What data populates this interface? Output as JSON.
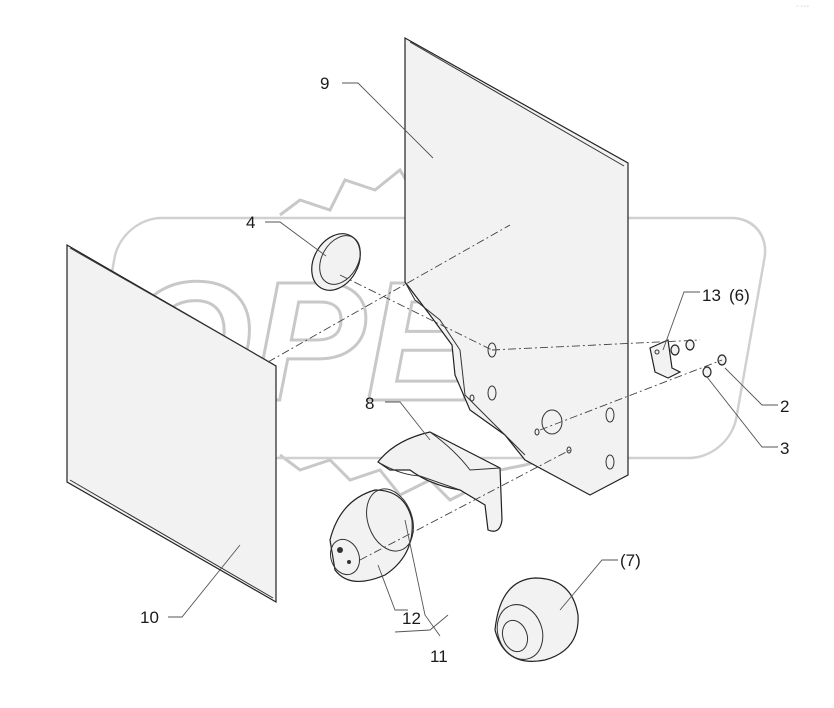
{
  "watermark": {
    "text": "OPEX"
  },
  "corner_mark": "◦ ◦◦◦",
  "callouts": {
    "c9": "9",
    "c4": "4",
    "c13": "13",
    "c6": "(6)",
    "c2": "2",
    "c3": "3",
    "c8": "8",
    "c7": "(7)",
    "c10": "10",
    "c12": "12",
    "c11": "11"
  }
}
